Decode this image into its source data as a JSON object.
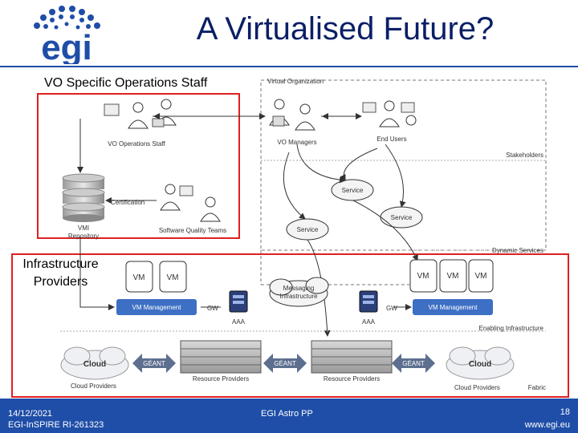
{
  "slide": {
    "title": "A Virtualised Future?",
    "vo_staff_label": "VO Specific Operations Staff",
    "infra_label_1": "Infrastructure",
    "infra_label_2": "Providers"
  },
  "logo": {
    "text": "egi"
  },
  "diagram": {
    "virtual_organization": "Virtual Organization",
    "vo_operations_staff": "VO Operations Staff",
    "vo_managers": "VO Managers",
    "end_users": "End Users",
    "stakeholders": "Stakeholders",
    "certification": "Certification",
    "vmi_repository_1": "VMI",
    "vmi_repository_2": "Repository",
    "software_quality_teams": "Software Quality Teams",
    "service_1": "Service",
    "service_2": "Service",
    "service_3": "Service",
    "dynamic_services": "Dynamic Services",
    "vm_labels": [
      "VM",
      "VM",
      "VM",
      "VM",
      "VM"
    ],
    "vm_management_left": "VM Management",
    "vm_management_right": "VM Management",
    "gw_left": "GW",
    "gw_right": "GW",
    "aaa_left": "AAA",
    "aaa_right": "AAA",
    "messaging_1": "Messaging",
    "messaging_2": "Infrastructure",
    "enabling_infrastructure": "Enabling Infrastructure",
    "cloud_left": "Cloud",
    "cloud_right": "Cloud",
    "geant": [
      "GÉANT",
      "GÉANT",
      "GÉANT"
    ],
    "resource_providers_left": "Resource Providers",
    "resource_providers_right": "Resource Providers",
    "cloud_providers_left": "Cloud Providers",
    "cloud_providers_right": "Cloud Providers",
    "fabric": "Fabric"
  },
  "footer": {
    "date": "14/12/2021",
    "project": "EGI-InSPIRE RI-261323",
    "event": "EGI Astro PP",
    "page": "18",
    "url": "www.egi.eu"
  },
  "colors": {
    "brand_blue": "#1f4ea8",
    "highlight_red": "#e02020",
    "title_blue": "#0a1f66"
  }
}
